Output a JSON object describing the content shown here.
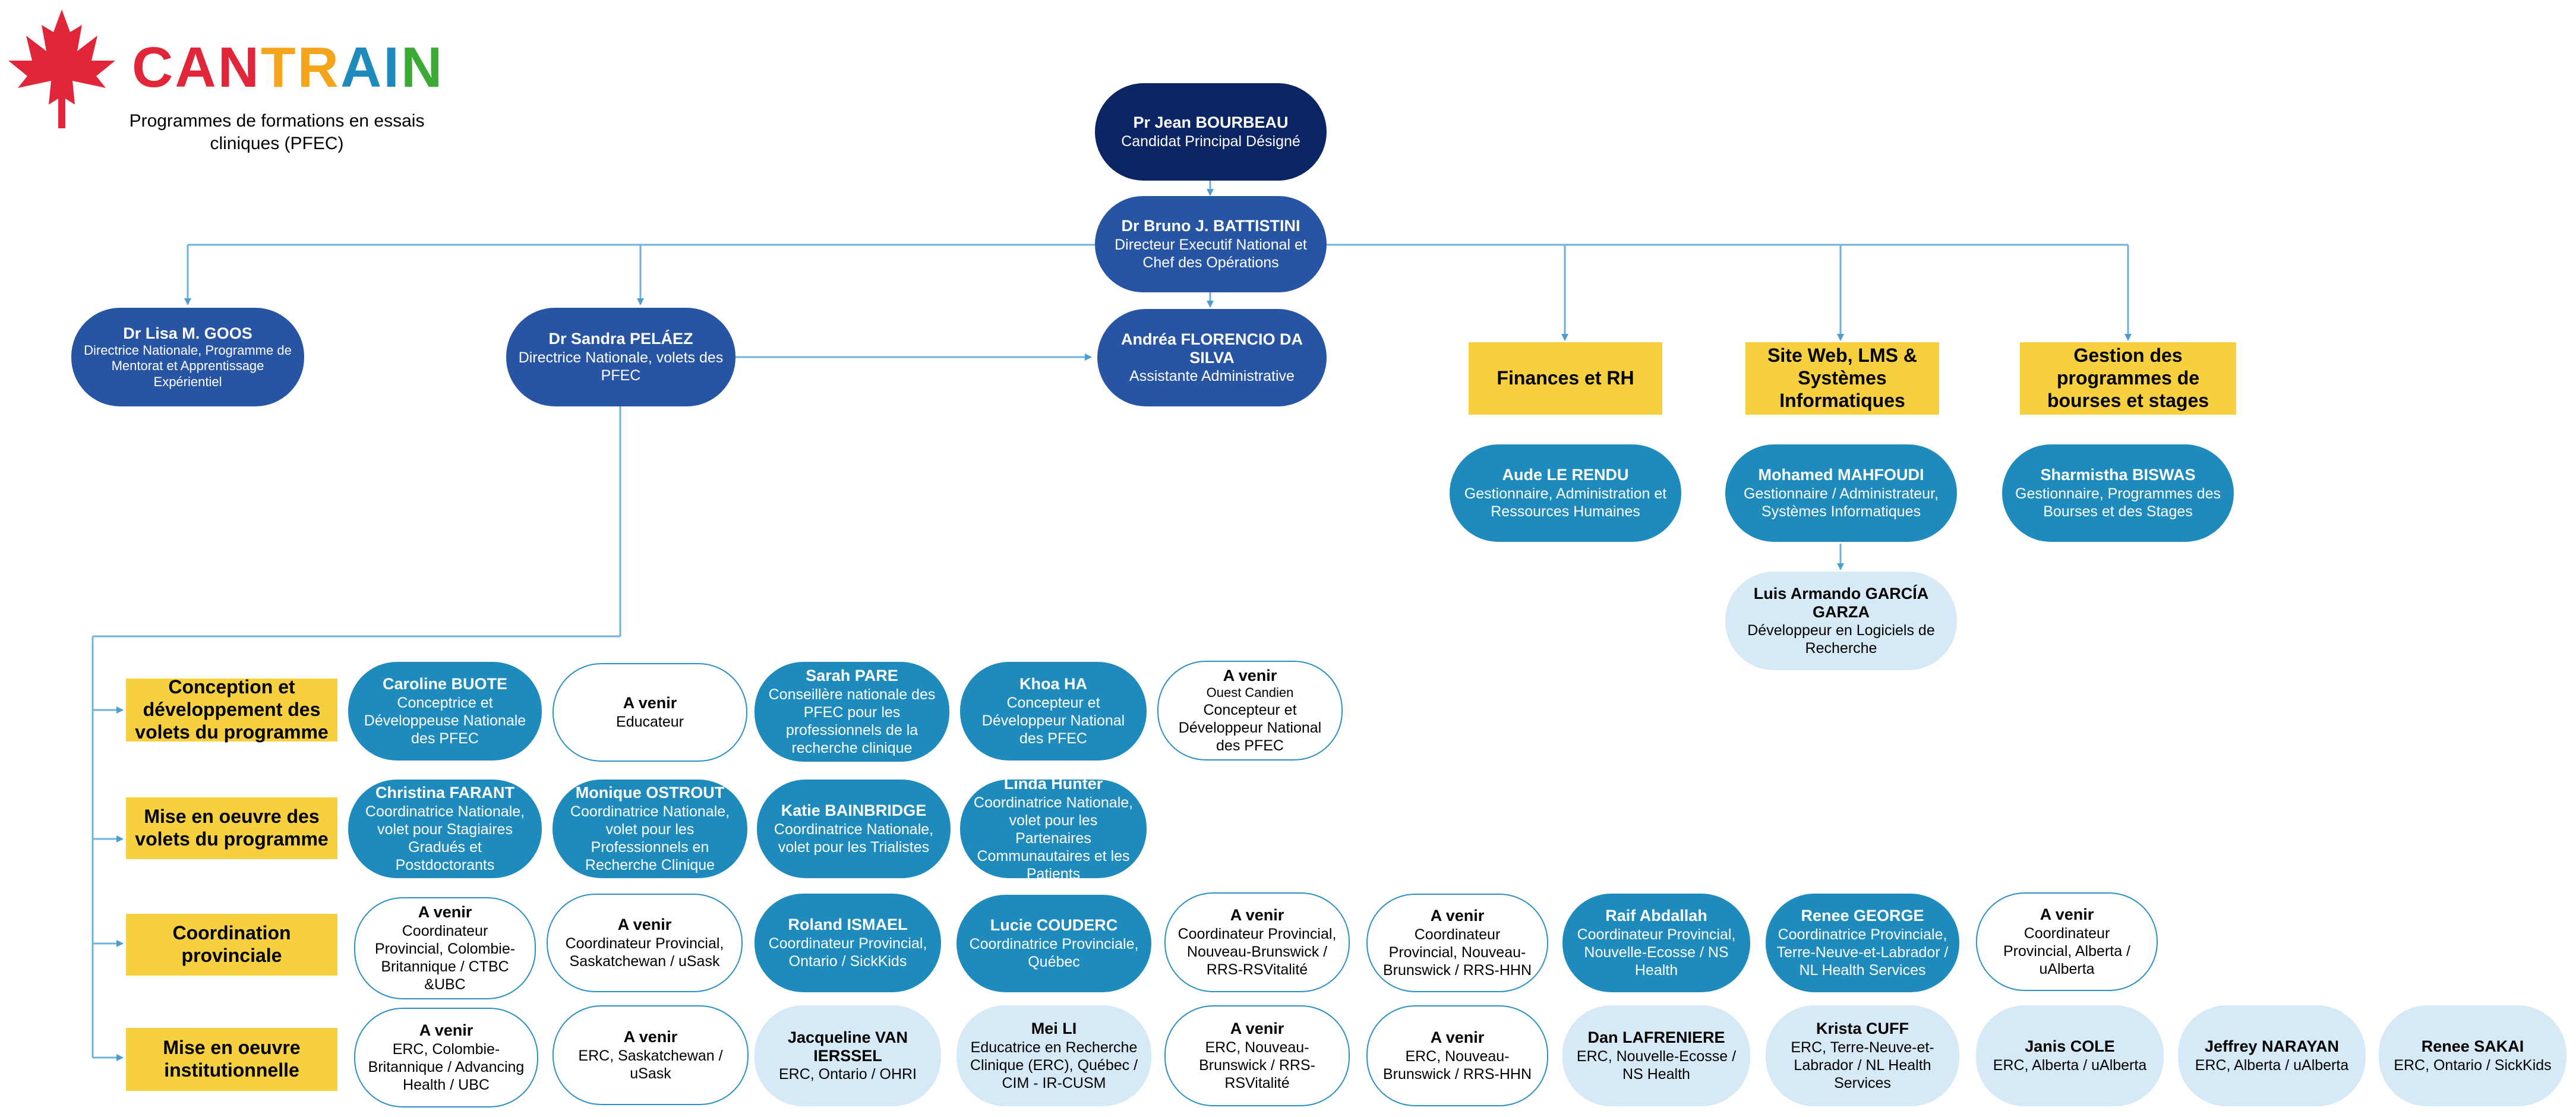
{
  "header": {
    "brand_letters": [
      {
        "ch": "C",
        "color": "#e2263a"
      },
      {
        "ch": "A",
        "color": "#e2263a"
      },
      {
        "ch": "N",
        "color": "#e2263a"
      },
      {
        "ch": "T",
        "color": "#f4a51c"
      },
      {
        "ch": "R",
        "color": "#f4a51c"
      },
      {
        "ch": "A",
        "color": "#1f8bbd"
      },
      {
        "ch": "I",
        "color": "#1f8bbd"
      },
      {
        "ch": "N",
        "color": "#3aaa35"
      }
    ],
    "tagline": "Programmes de formations en essais cliniques (PFEC)"
  },
  "people": {
    "bourbeau": {
      "name": "Pr Jean BOURBEAU",
      "role": "Candidat Principal Désigné"
    },
    "battistini": {
      "name": "Dr Bruno J. BATTISTINI",
      "role": "Directeur Executif National et Chef des Opérations"
    },
    "goos": {
      "name": "Dr Lisa M. GOOS",
      "role": "Directrice Nationale, Programme de Mentorat et Apprentissage Expérientiel"
    },
    "pelaez": {
      "name": "Dr Sandra PELÁEZ",
      "role": "Directrice Nationale, volets des PFEC"
    },
    "florencio": {
      "name": "Andréa FLORENCIO DA SILVA",
      "role": "Assistante Administrative"
    },
    "lerendu": {
      "name": "Aude LE RENDU",
      "role": "Gestionnaire, Administration et Ressources Humaines"
    },
    "mahfoudi": {
      "name": "Mohamed MAHFOUDI",
      "role": "Gestionnaire / Administrateur, Systèmes Informatiques"
    },
    "garcia": {
      "name": "Luis Armando GARCÍA GARZA",
      "role": "Développeur en Logiciels de Recherche"
    },
    "biswas": {
      "name": "Sharmistha BISWAS",
      "role": "Gestionnaire, Programmes des Bourses et des Stages"
    }
  },
  "departments": {
    "finances": "Finances et RH",
    "web": "Site Web, LMS & Systèmes Informatiques",
    "programmes": "Gestion des programmes de bourses et stages"
  },
  "rows": [
    {
      "label": "Conception et développement des volets du programme",
      "cells": [
        {
          "name": "Caroline BUOTE",
          "role": "Conceptrice et Développeuse Nationale des PFEC"
        },
        {
          "name": "A venir",
          "role": "Educateur"
        },
        {
          "name": "Sarah PARE",
          "role": "Conseillère nationale des PFEC pour les professionnels de la recherche clinique"
        },
        {
          "name": "Khoa HA",
          "role": "Concepteur et Développeur National des PFEC"
        },
        {
          "name": "A venir",
          "sub": "Ouest Candien",
          "role": "Concepteur et Développeur National des PFEC"
        }
      ]
    },
    {
      "label": "Mise en oeuvre des volets du programme",
      "cells": [
        {
          "name": "Christina FARANT",
          "role": "Coordinatrice Nationale, volet pour Stagiaires Gradués et Postdoctorants"
        },
        {
          "name": "Monique OSTROUT",
          "role": "Coordinatrice Nationale, volet pour les Professionnels en Recherche Clinique"
        },
        {
          "name": "Katie BAINBRIDGE",
          "role": "Coordinatrice Nationale, volet pour les Trialistes"
        },
        {
          "name": "Linda Hunter",
          "role": "Coordinatrice Nationale, volet pour les Partenaires Communautaires et les Patients"
        }
      ]
    },
    {
      "label": "Coordination provinciale",
      "cells": [
        {
          "name": "A venir",
          "role": "Coordinateur Provincial, Colombie-Britannique / CTBC &UBC"
        },
        {
          "name": "A venir",
          "role": "Coordinateur Provincial, Saskatchewan / uSask"
        },
        {
          "name": "Roland ISMAEL",
          "role": "Coordinateur Provincial, Ontario / SickKids"
        },
        {
          "name": "Lucie COUDERC",
          "role": "Coordinatrice Provinciale, Québec"
        },
        {
          "name": "A venir",
          "role": "Coordinateur Provincial, Nouveau-Brunswick / RRS-RSVitalité"
        },
        {
          "name": "A venir",
          "role": "Coordinateur Provincial, Nouveau-Brunswick / RRS-HHN"
        },
        {
          "name": "Raif Abdallah",
          "role": "Coordinateur Provincial, Nouvelle-Ecosse / NS Health"
        },
        {
          "name": "Renee GEORGE",
          "role": "Coordinatrice Provinciale, Terre-Neuve-et-Labrador / NL Health Services"
        },
        {
          "name": "A venir",
          "role": "Coordinateur Provincial, Alberta / uAlberta"
        }
      ]
    },
    {
      "label": "Mise en oeuvre institutionnelle",
      "cells": [
        {
          "name": "A venir",
          "role": "ERC, Colombie-Britannique / Advancing Health / UBC"
        },
        {
          "name": "A venir",
          "role": "ERC, Saskatchewan / uSask"
        },
        {
          "name": "Jacqueline VAN IERSSEL",
          "role": "ERC, Ontario /  OHRI"
        },
        {
          "name": "Mei LI",
          "role": "Educatrice en Recherche Clinique  (ERC), Québec / CIM - IR-CUSM"
        },
        {
          "name": "A venir",
          "role": "ERC, Nouveau-Brunswick / RRS-RSVitalité"
        },
        {
          "name": "A venir",
          "role": "ERC, Nouveau-Brunswick / RRS-HHN"
        },
        {
          "name": "Dan LAFRENIERE",
          "role": "ERC, Nouvelle-Ecosse / NS Health"
        },
        {
          "name": "Krista CUFF",
          "role": "ERC, Terre-Neuve-et-Labrador / NL Health Services"
        },
        {
          "name": "Janis COLE",
          "role": "ERC, Alberta / uAlberta"
        },
        {
          "name": "Jeffrey NARAYAN",
          "role": "ERC, Alberta / uAlberta"
        },
        {
          "name": "Renee SAKAI",
          "role": "ERC, Ontario /  SickKids"
        }
      ]
    }
  ]
}
